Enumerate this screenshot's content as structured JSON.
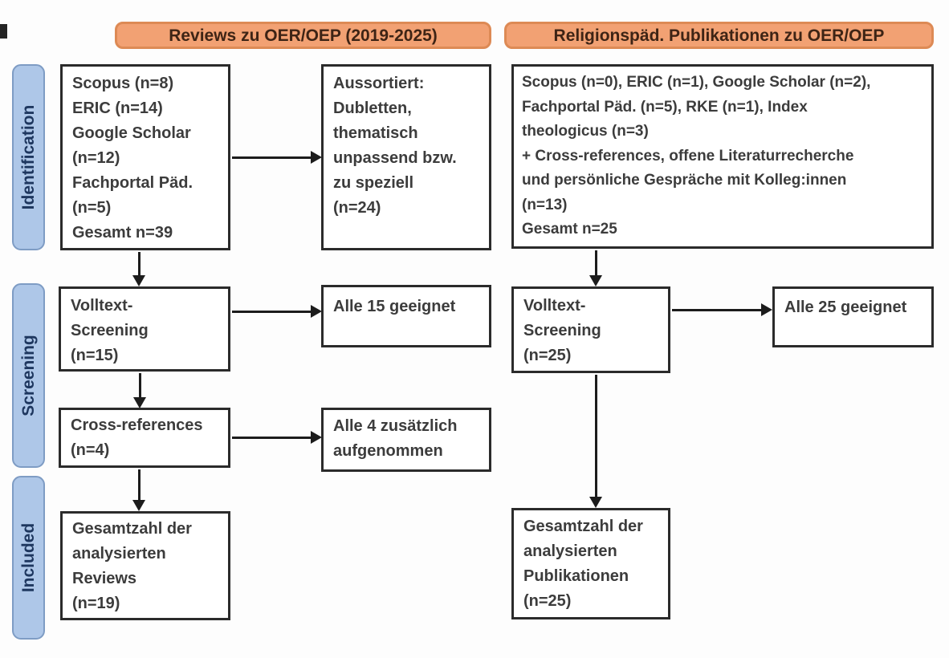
{
  "headers": {
    "left": "Reviews zu OER/OEP (2019-2025)",
    "right": "Religionspäd. Publikationen zu OER/OEP"
  },
  "stages": {
    "identification": "Identification",
    "screening": "Screening",
    "included": "Included"
  },
  "left_column": {
    "sources_box": "Scopus (n=8)\nERIC (n=14)\nGoogle Scholar\n(n=12)\nFachportal Päd.\n(n=5)\nGesamt n=39",
    "excluded_box": "Aussortiert:\nDubletten,\nthematisch\nunpassend bzw.\nzu speziell\n(n=24)",
    "fulltext_box": "Volltext-\nScreening\n(n=15)",
    "fulltext_result_box": "Alle 15 geeignet",
    "crossref_box": "Cross-references\n(n=4)",
    "crossref_result_box": "Alle 4 zusätzlich\naufgenommen",
    "included_box": "Gesamtzahl der\nanalysierten\nReviews\n(n=19)"
  },
  "right_column": {
    "sources_box": "Scopus (n=0), ERIC (n=1), Google Scholar (n=2),\nFachportal Päd. (n=5), RKE (n=1), Index\ntheologicus (n=3)\n+ Cross-references, offene Literaturrecherche\nund persönliche Gespräche mit Kolleg:innen\n(n=13)\nGesamt n=25",
    "fulltext_box": "Volltext-\nScreening\n(n=25)",
    "fulltext_result_box": "Alle 25 geeignet",
    "included_box": "Gesamtzahl der\nanalysierten\nPublikationen\n(n=25)"
  },
  "colors": {
    "header_fill": "#f2a173",
    "header_border": "#dd8a55",
    "header_text": "#3e2415",
    "stage_fill": "#aec7e8",
    "stage_border": "#7e9cc4",
    "stage_text": "#1e375f",
    "box_border": "#2b2b2b",
    "box_text": "#3c3c3c",
    "arrow": "#1c1c1c"
  }
}
